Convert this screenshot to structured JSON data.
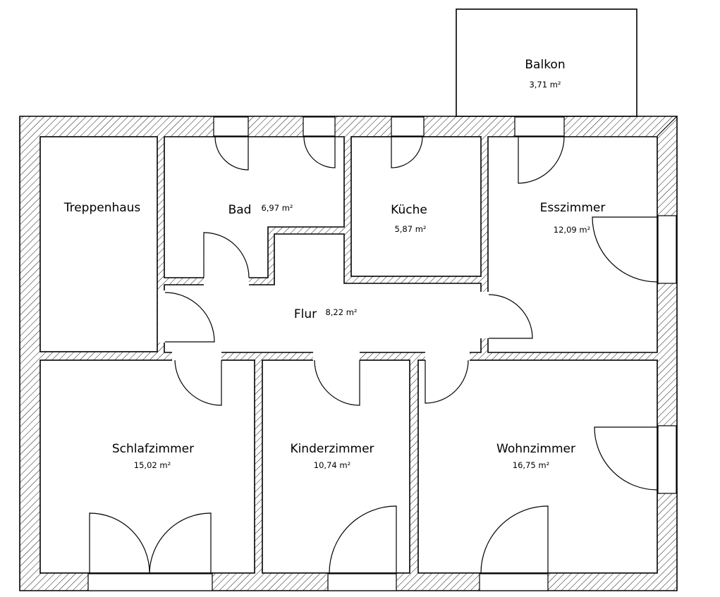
{
  "rooms": {
    "balkon": {
      "name": "Balkon",
      "area": "3,71 m²"
    },
    "treppenhaus": {
      "name": "Treppenhaus",
      "area": ""
    },
    "bad": {
      "name": "Bad",
      "area": "6,97 m²"
    },
    "kueche": {
      "name": "Küche",
      "area": "5,87 m²"
    },
    "esszimmer": {
      "name": "Esszimmer",
      "area": "12,09 m²"
    },
    "flur": {
      "name": "Flur",
      "area": "8,22 m²"
    },
    "schlafzimmer": {
      "name": "Schlafzimmer",
      "area": "15,02 m²"
    },
    "kinderzimmer": {
      "name": "Kinderzimmer",
      "area": "10,74 m²"
    },
    "wohnzimmer": {
      "name": "Wohnzimmer",
      "area": "16,75 m²"
    }
  },
  "colors": {
    "line": "#000000",
    "hatch": "#000000",
    "background": "#ffffff"
  }
}
